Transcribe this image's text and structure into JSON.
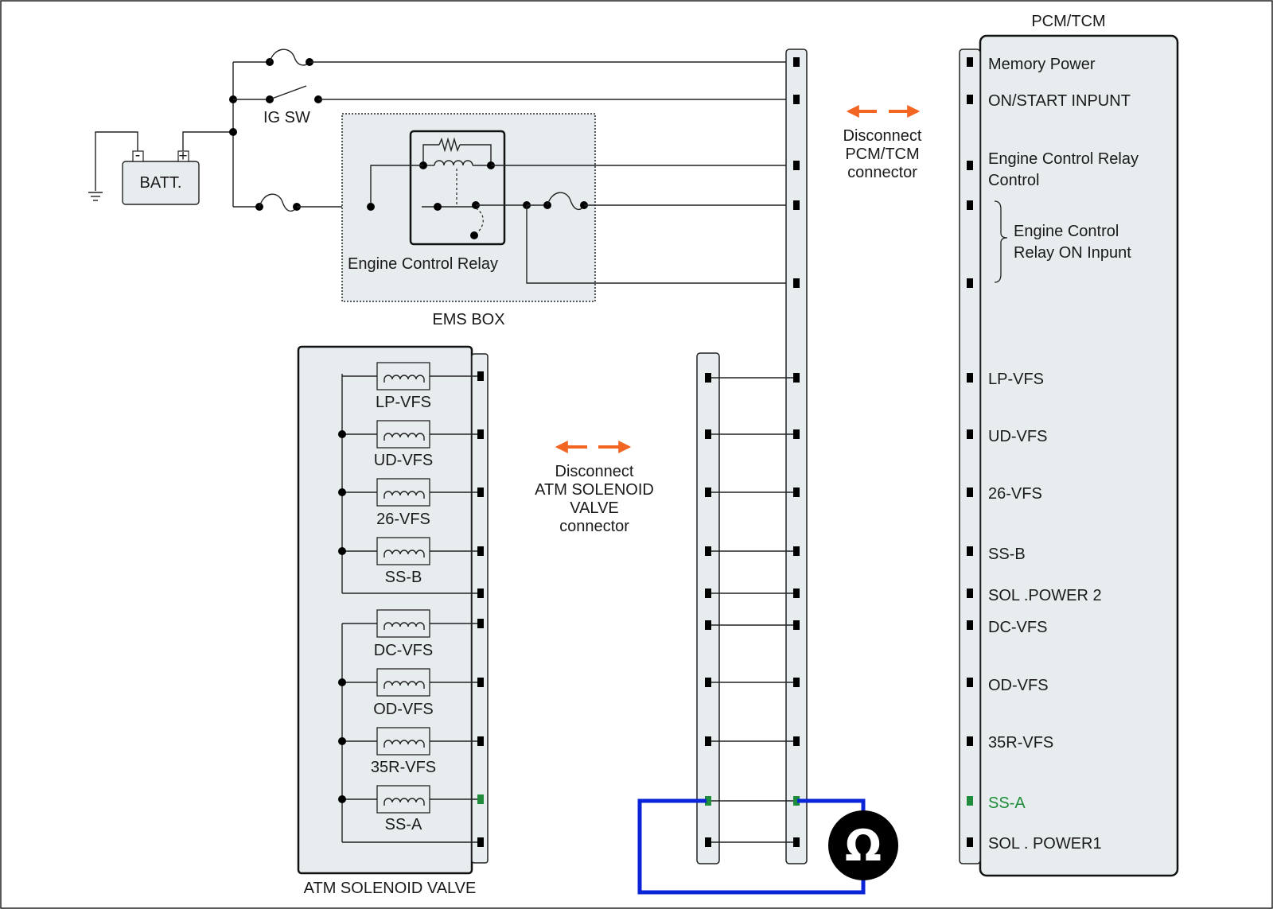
{
  "pcm": {
    "title": "PCM/TCM",
    "pins": [
      "Memory Power",
      "ON/START  INPUNT",
      "Engine Control Relay",
      "Control",
      "Engine Control",
      "Relay ON Inpunt",
      "LP-VFS",
      "UD-VFS",
      "26-VFS",
      "SS-B",
      "SOL .POWER 2",
      "DC-VFS",
      "OD-VFS",
      "35R-VFS",
      "SS-A",
      "SOL . POWER1"
    ]
  },
  "power": {
    "battery": "BATT.",
    "battery_minus": "-",
    "battery_plus": "+",
    "ig_switch": "IG SW"
  },
  "ems": {
    "box_label": "EMS BOX",
    "relay_label": "Engine Control Relay"
  },
  "atm": {
    "title": "ATM SOLENOID VALVE",
    "solenoids": [
      "LP-VFS",
      "UD-VFS",
      "26-VFS",
      "SS-B",
      "DC-VFS",
      "OD-VFS",
      "35R-VFS",
      "SS-A"
    ]
  },
  "notes": {
    "pcm_disconnect": [
      "Disconnect",
      "PCM/TCM",
      "connector"
    ],
    "atm_disconnect": [
      "Disconnect",
      "ATM SOLENOID",
      "VALVE",
      "connector"
    ]
  },
  "meter": {
    "symbol": "Ω"
  },
  "colors": {
    "arrow": "#f26522",
    "meter_wire": "#0a24d8",
    "highlight_pin": "#1e8c3a",
    "panel_fill": "#e7edee"
  }
}
